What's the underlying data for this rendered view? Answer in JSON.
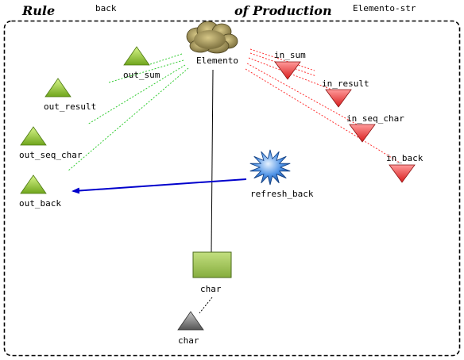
{
  "header": {
    "rule_title": "Rule",
    "rule_name": "back",
    "production_title": "of Production",
    "production_name": "Elemento-str"
  },
  "nodes": {
    "elemento": {
      "label": "Elemento",
      "icon": "cloud-icon",
      "color": "#8a7a44"
    },
    "out_sum": {
      "label": "out_sum",
      "icon": "triangle-up-icon",
      "color": "#9acd32"
    },
    "out_result": {
      "label": "out_result",
      "icon": "triangle-up-icon",
      "color": "#9acd32"
    },
    "out_seq_char": {
      "label": "out_seq_char",
      "icon": "triangle-up-icon",
      "color": "#9acd32"
    },
    "out_back": {
      "label": "out_back",
      "icon": "triangle-up-icon",
      "color": "#9acd32"
    },
    "in_sum": {
      "label": "in_sum",
      "icon": "triangle-down-icon",
      "color": "#e8302f"
    },
    "in_result": {
      "label": "in_result",
      "icon": "triangle-down-icon",
      "color": "#e8302f"
    },
    "in_seq_char": {
      "label": "in_seq_char",
      "icon": "triangle-down-icon",
      "color": "#e8302f"
    },
    "in_back": {
      "label": "in_back",
      "icon": "triangle-down-icon",
      "color": "#e8302f"
    },
    "refresh_back": {
      "label": "refresh_back",
      "icon": "starburst-icon",
      "color": "#3c7fd8"
    },
    "char_box": {
      "label": "char",
      "icon": "rectangle-icon",
      "color": "#9bbf55"
    },
    "char_tri": {
      "label": "char",
      "icon": "triangle-up-icon",
      "color": "#777777"
    }
  },
  "colors": {
    "out_link": "#33cc33",
    "in_link": "#ff3333",
    "arrow": "#0000cc",
    "tree": "#000000"
  }
}
